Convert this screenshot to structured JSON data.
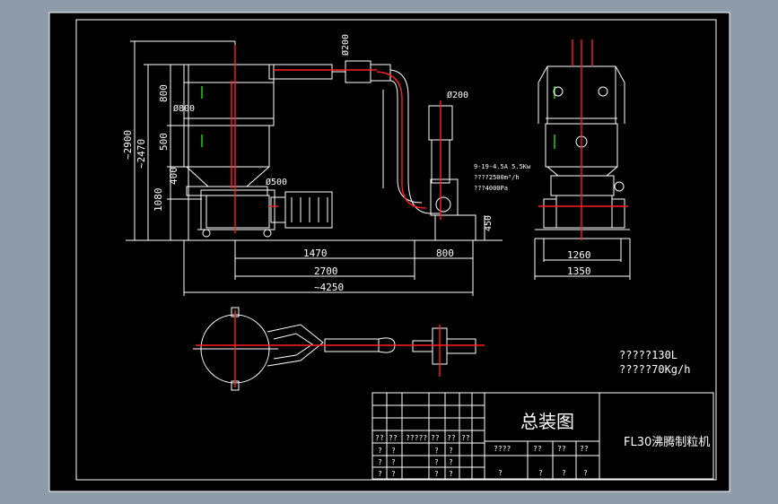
{
  "colors": {
    "background": "#8e9ba9",
    "drawing_bg": "#000000",
    "frame": "#ffffff",
    "red_line": "#ff2020",
    "green_mark": "#20e020"
  },
  "dimensions": {
    "d200_top": "Ø200",
    "d200_side": "Ø200",
    "d800": "Ø800",
    "d500": "Ø500",
    "h800": "800",
    "h500": "500",
    "h400": "400",
    "h1080": "1080",
    "h2900": "~2900",
    "h2470": "~2470",
    "h450": "450",
    "w1470": "1470",
    "w2700": "2700",
    "w4250": "~4250",
    "w800": "800",
    "w1260": "1260",
    "w1350": "1350"
  },
  "fan_spec": {
    "line1": "9-19-4.5A  5.5Kw",
    "line2": "????2500m³/h",
    "line3": "???4000Pa"
  },
  "notes": {
    "line1": "?????130L",
    "line2": "?????70Kg/h"
  },
  "title_block": {
    "drawing_name": "总装图",
    "machine_name": "FL30沸腾制粒机",
    "row_labels_a": [
      "??",
      "??",
      "?????",
      "??",
      "??",
      "??"
    ],
    "row_labels_b": [
      "????",
      "??",
      "??",
      "??"
    ],
    "q": "?"
  }
}
